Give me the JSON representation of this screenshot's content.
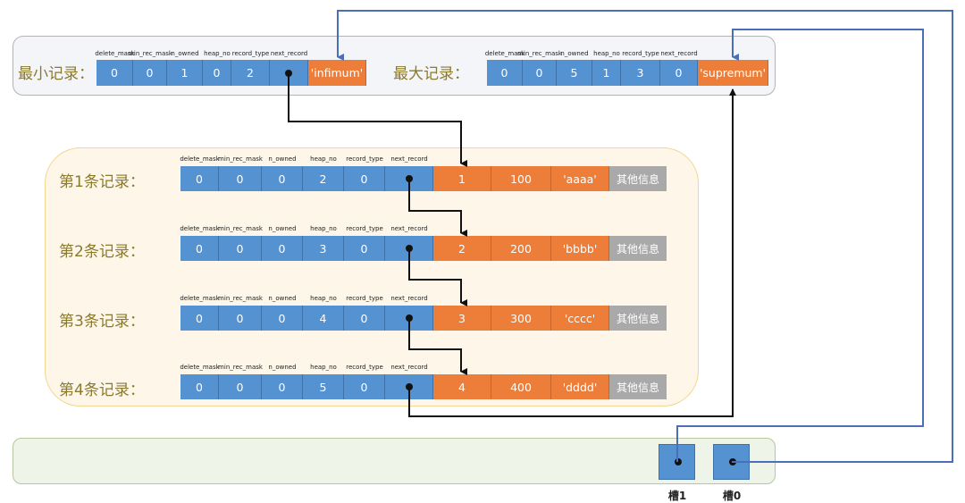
{
  "headers": [
    "delete_mask",
    "min_rec_mask",
    "n_owned",
    "heap_no",
    "record_type",
    "next_record"
  ],
  "min_record": {
    "label": "最小记录：",
    "values": [
      "0",
      "0",
      "1",
      "0",
      "2",
      ""
    ],
    "data": "'infimum'"
  },
  "max_record": {
    "label": "最大记录：",
    "values": [
      "0",
      "0",
      "5",
      "1",
      "3",
      "0"
    ],
    "data": "'supremum'"
  },
  "records": [
    {
      "label": "第1条记录：",
      "values": [
        "0",
        "0",
        "0",
        "2",
        "0",
        ""
      ],
      "id": "1",
      "num": "100",
      "str": "'aaaa'",
      "other": "其他信息"
    },
    {
      "label": "第2条记录：",
      "values": [
        "0",
        "0",
        "0",
        "3",
        "0",
        ""
      ],
      "id": "2",
      "num": "200",
      "str": "'bbbb'",
      "other": "其他信息"
    },
    {
      "label": "第3条记录：",
      "values": [
        "0",
        "0",
        "0",
        "4",
        "0",
        ""
      ],
      "id": "3",
      "num": "300",
      "str": "'cccc'",
      "other": "其他信息"
    },
    {
      "label": "第4条记录：",
      "values": [
        "0",
        "0",
        "0",
        "5",
        "0",
        ""
      ],
      "id": "4",
      "num": "400",
      "str": "'dddd'",
      "other": "其他信息"
    }
  ],
  "slots": [
    {
      "label": "槽1"
    },
    {
      "label": "槽0"
    }
  ],
  "colors": {
    "header_blue": "#5592d2",
    "data_orange": "#ec7e3a",
    "other_gray": "#a9a9a9",
    "slot_line": "#4a6fb8",
    "pointer_line": "#111111",
    "label_text": "#8a7a2e"
  }
}
